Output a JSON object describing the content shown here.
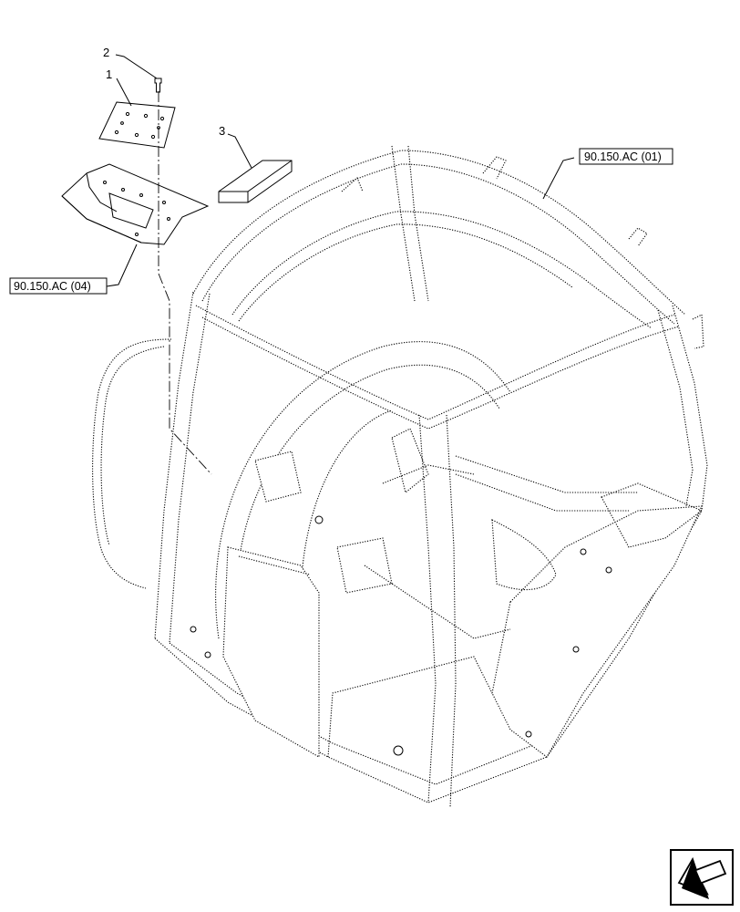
{
  "callouts": [
    {
      "id": "1",
      "text": "1"
    },
    {
      "id": "2",
      "text": "2"
    },
    {
      "id": "3",
      "text": "3"
    }
  ],
  "references": [
    {
      "id": "ref-cab",
      "text": "90.150.AC (01)"
    },
    {
      "id": "ref-floor",
      "text": "90.150.AC (04)"
    }
  ],
  "nav_icon": "arrow-return-icon",
  "colors": {
    "line": "#000000",
    "background": "#ffffff"
  }
}
